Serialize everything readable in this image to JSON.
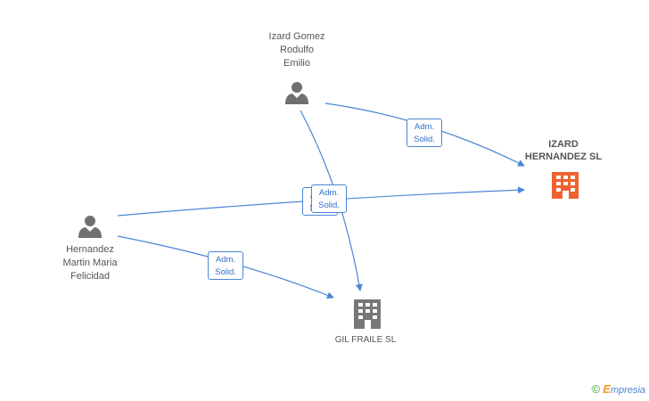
{
  "people": [
    {
      "id": "izard-gomez",
      "label": "Izard Gomez\nRodulfo\nEmilio"
    },
    {
      "id": "hernandez-martin",
      "label": "Hernandez\nMartin Maria\nFelicidad"
    }
  ],
  "companies": [
    {
      "id": "izard-hernandez",
      "label": "IZARD\nHERNANDEZ SL",
      "color": "#f0622f",
      "highlighted": true
    },
    {
      "id": "gil-fraile",
      "label": "GIL FRAILE SL",
      "color": "#777777",
      "highlighted": false
    }
  ],
  "edges": [
    {
      "from": "izard-gomez",
      "to": "izard-hernandez",
      "role": "Adm.\nSolid."
    },
    {
      "from": "izard-gomez",
      "to": "gil-fraile",
      "role": "Adm.\nSolid."
    },
    {
      "from": "hernandez-martin",
      "to": "izard-hernandez",
      "role": "Adm.\nSolid."
    },
    {
      "from": "hernandez-martin",
      "to": "gil-fraile",
      "role": "Adm.\nSolid."
    }
  ],
  "colors": {
    "edge": "#4a86d4",
    "person_icon": "#707070"
  },
  "watermark": {
    "copyright": "©",
    "brand_initial": "E",
    "brand_rest": "mpresia"
  }
}
